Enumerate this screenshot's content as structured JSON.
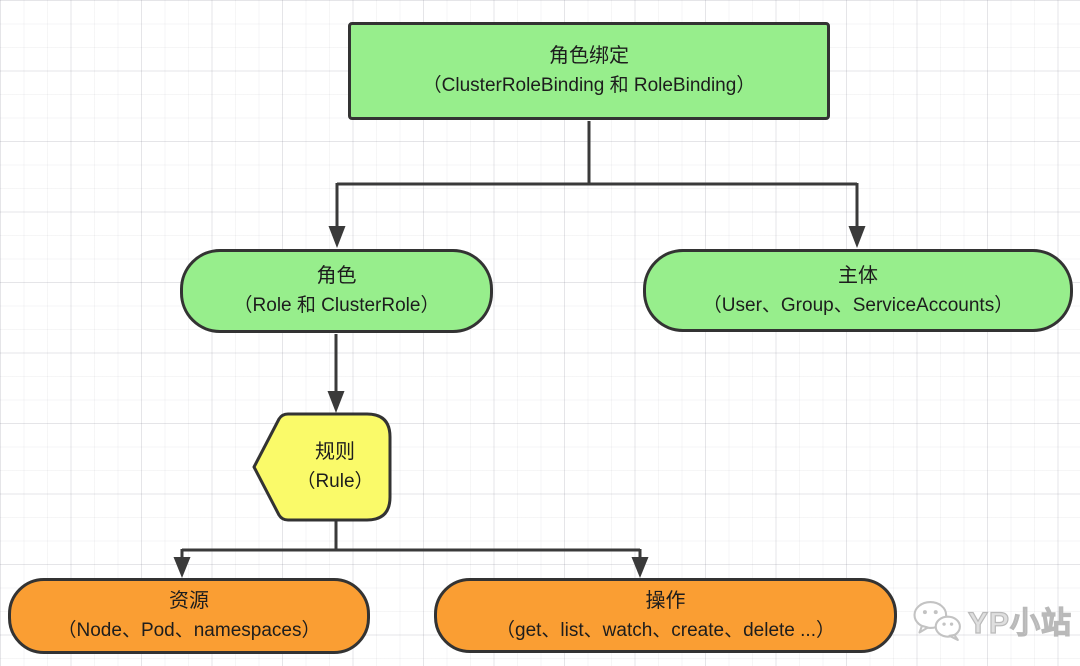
{
  "diagram": {
    "nodes": {
      "role_binding": {
        "title": "角色绑定",
        "subtitle": "（ClusterRoleBinding 和 RoleBinding）"
      },
      "role": {
        "title": "角色",
        "subtitle": "（Role 和 ClusterRole）"
      },
      "subject": {
        "title": "主体",
        "subtitle": "（User、Group、ServiceAccounts）"
      },
      "rule": {
        "title": "规则",
        "subtitle": "（Rule）"
      },
      "resource": {
        "title": "资源",
        "subtitle": "（Node、Pod、namespaces）"
      },
      "operation": {
        "title": "操作",
        "subtitle": "（get、list、watch、create、delete ...）"
      }
    },
    "edges": [
      {
        "from": "role_binding",
        "to": "role"
      },
      {
        "from": "role_binding",
        "to": "subject"
      },
      {
        "from": "role",
        "to": "rule"
      },
      {
        "from": "rule",
        "to": "resource"
      },
      {
        "from": "rule",
        "to": "operation"
      }
    ],
    "colors": {
      "node_green": "#97EE8C",
      "node_yellow": "#FAFA69",
      "node_orange": "#FA9E33",
      "node_border": "#333333",
      "connector": "#3A3A3A"
    }
  },
  "watermark": {
    "text": "YP小站",
    "icon": "wechat-icon"
  }
}
